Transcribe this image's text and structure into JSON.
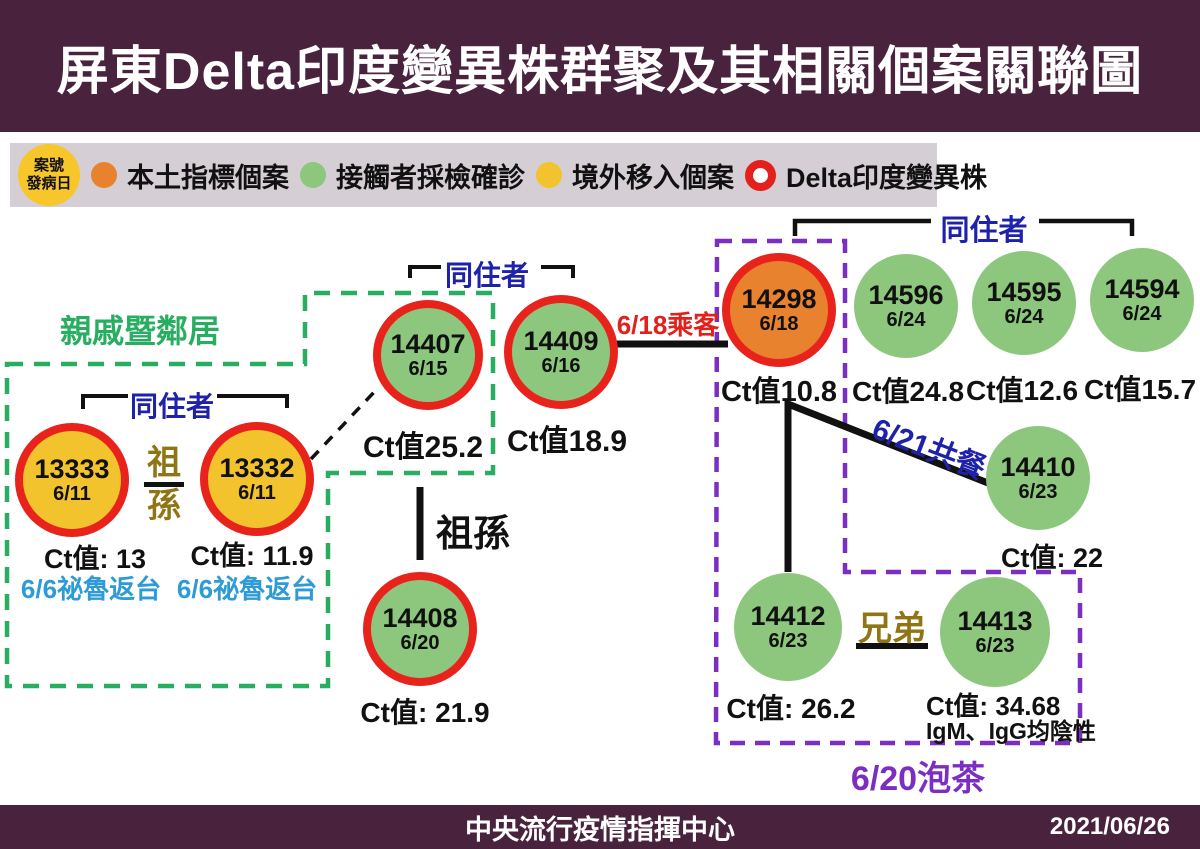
{
  "header": {
    "title": "屏東Delta印度變異株群聚及其相關個案關聯圖"
  },
  "legend": {
    "badge": {
      "line1": "案號",
      "line2": "發病日"
    },
    "items": [
      {
        "label": "本土指標個案",
        "swatch": "orange-dot",
        "color": "#E8822F"
      },
      {
        "label": "接觸者採檢確診",
        "swatch": "green-dot",
        "color": "#8DC77D"
      },
      {
        "label": "境外移入個案",
        "swatch": "yellow-dot",
        "color": "#F3C32D"
      },
      {
        "label": "Delta印度變異株",
        "swatch": "red-ring",
        "color": "#E3201B"
      }
    ]
  },
  "groups": {
    "relatives_neighbors": {
      "label": "親戚暨鄰居",
      "color": "#27AE60"
    },
    "tea_gathering": {
      "label": "6/20泡茶",
      "color": "#7D2EC2"
    }
  },
  "relations": {
    "cohabit_left": "同住者",
    "cohabit_mid": "同住者",
    "cohabit_right": "同住者",
    "grand_top": "祖",
    "grand_bottom": "孫",
    "grandparent_grandchild": "祖孫",
    "passenger": "6/18乘客",
    "shared_meal": "6/21共餐",
    "brothers": "兄弟"
  },
  "nodes": [
    {
      "id": "13333",
      "date": "6/11",
      "ct": "Ct值: 13",
      "note": "6/6祕魯返台"
    },
    {
      "id": "13332",
      "date": "6/11",
      "ct": "Ct值: 11.9",
      "note": "6/6祕魯返台"
    },
    {
      "id": "14407",
      "date": "6/15",
      "ct": "Ct值25.2"
    },
    {
      "id": "14409",
      "date": "6/16",
      "ct": "Ct值18.9"
    },
    {
      "id": "14408",
      "date": "6/20",
      "ct": "Ct值: 21.9"
    },
    {
      "id": "14298",
      "date": "6/18",
      "ct": "Ct值10.8"
    },
    {
      "id": "14596",
      "date": "6/24",
      "ct": "Ct值24.8"
    },
    {
      "id": "14595",
      "date": "6/24",
      "ct": "Ct值12.6"
    },
    {
      "id": "14594",
      "date": "6/24",
      "ct": "Ct值15.7"
    },
    {
      "id": "14410",
      "date": "6/23",
      "ct": "Ct值: 22"
    },
    {
      "id": "14412",
      "date": "6/23",
      "ct": "Ct值: 26.2"
    },
    {
      "id": "14413",
      "date": "6/23",
      "ct": "Ct值: 34.68",
      "note": "IgM、IgG均陰性"
    }
  ],
  "footer": {
    "org": "中央流行疫情指揮中心",
    "date": "2021/06/26"
  },
  "palette": {
    "bar_background": "#49233E",
    "legend_background": "#D5CED4",
    "red_ring": "#E8231C",
    "green_box": "#27AE60",
    "purple_box": "#7D2EC2",
    "blue_label": "#1E22AA",
    "light_blue_label": "#2E9BD6",
    "gold_label": "#8F7514"
  }
}
